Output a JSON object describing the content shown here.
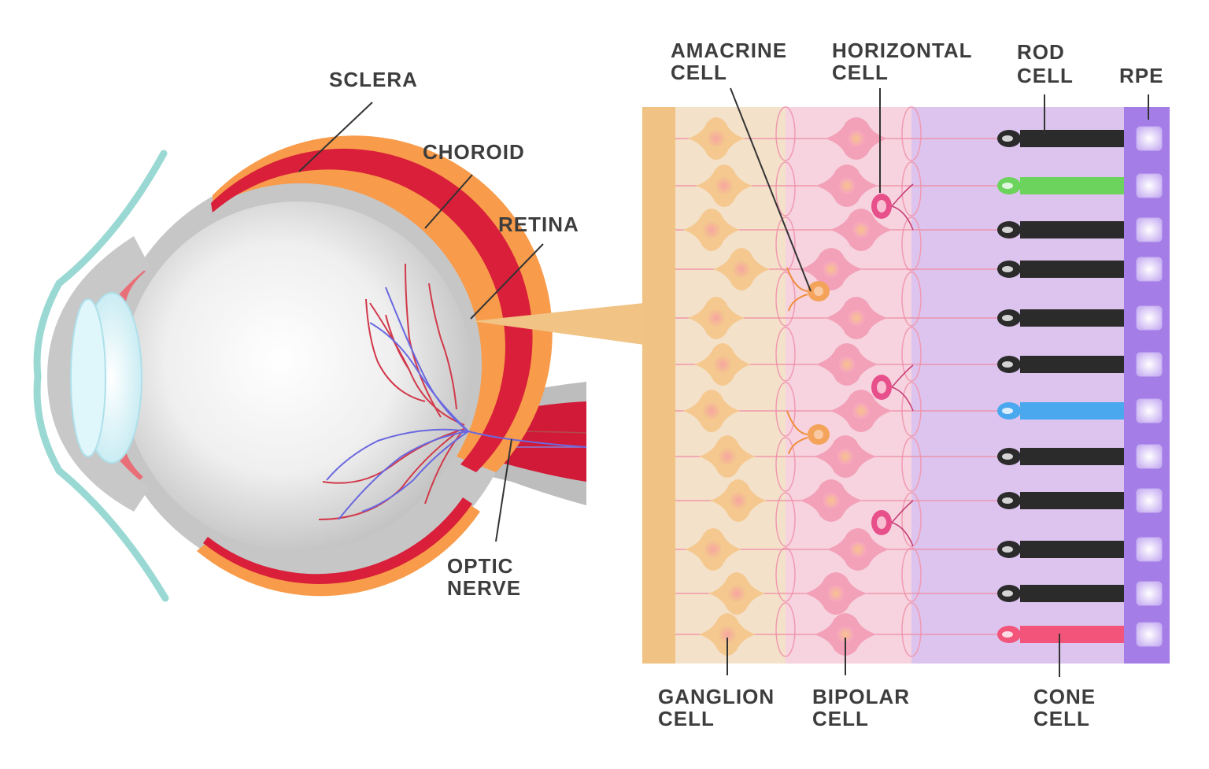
{
  "labels": {
    "sclera": "SCLERA",
    "choroid": "CHOROID",
    "retina": "RETINA",
    "optic_nerve": [
      "OPTIC",
      "NERVE"
    ],
    "amacrine": [
      "AMACRINE",
      "CELL"
    ],
    "horizontal": [
      "HORIZONTAL",
      "CELL"
    ],
    "rod": [
      "ROD",
      "CELL"
    ],
    "rpe": "RPE",
    "ganglion": [
      "GANGLION",
      "CELL"
    ],
    "bipolar": [
      "BIPOLAR",
      "CELL"
    ],
    "cone": [
      "CONE",
      "CELL"
    ]
  },
  "photoreceptors": [
    {
      "type": "rod",
      "color": "#2b2b2b"
    },
    {
      "type": "cone",
      "color": "#6cd35c"
    },
    {
      "type": "rod",
      "color": "#2b2b2b"
    },
    {
      "type": "rod",
      "color": "#2b2b2b"
    },
    {
      "type": "rod",
      "color": "#2b2b2b"
    },
    {
      "type": "rod",
      "color": "#2b2b2b"
    },
    {
      "type": "cone",
      "color": "#4aa8ef"
    },
    {
      "type": "rod",
      "color": "#2b2b2b"
    },
    {
      "type": "rod",
      "color": "#2b2b2b"
    },
    {
      "type": "rod",
      "color": "#2b2b2b"
    },
    {
      "type": "rod",
      "color": "#2b2b2b"
    },
    {
      "type": "cone",
      "color": "#f2547a"
    }
  ],
  "colors": {
    "sclera": "#c8c8c8",
    "choroid": "#d91f3a",
    "retina": "#f89b4a",
    "lens": "#cfeff5",
    "cornea": "#9ad9d3",
    "ganglion_layer": "#f3e1c9",
    "bipolar_layer": "#f6d3df",
    "photoreceptor_layer": "#dcc4ee",
    "rpe": "#a47ee6",
    "nerve_fiber": "#f0c284"
  }
}
